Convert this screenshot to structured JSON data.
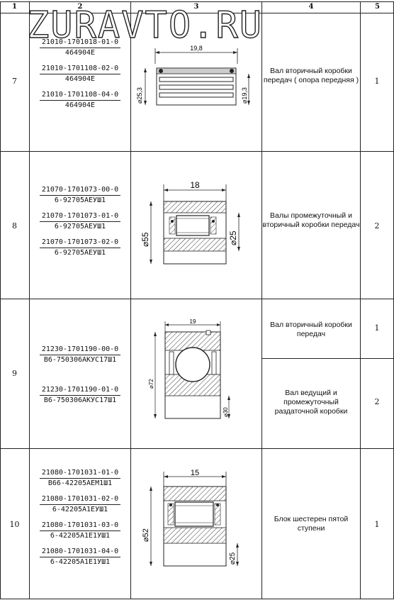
{
  "watermark": "ZURAVTO.RU",
  "headers": [
    "1",
    "2",
    "3",
    "4",
    "5"
  ],
  "rows": [
    {
      "num": "7",
      "parts": [
        {
          "code": "21010-1701018-01-0",
          "bearing": "464904E"
        },
        {
          "code": "21010-1701108-02-0",
          "bearing": "464904E"
        },
        {
          "code": "21010-1701108-04-0",
          "bearing": "464904E"
        }
      ],
      "dims": {
        "width": "19,8",
        "outer": "⌀25,3",
        "inner": "⌀19,3"
      },
      "applications": [
        {
          "text": "Вал вторичный коробки передач ( опора передняя )",
          "qty": "1"
        }
      ]
    },
    {
      "num": "8",
      "parts": [
        {
          "code": "21070-1701073-00-0",
          "bearing": "6-92705АЕУШ1"
        },
        {
          "code": "21070-1701073-01-0",
          "bearing": "6-92705АЕУШ1"
        },
        {
          "code": "21070-1701073-02-0",
          "bearing": "6-92705АЕУШ1"
        }
      ],
      "dims": {
        "width": "18",
        "outer": "⌀55",
        "inner": "⌀25"
      },
      "applications": [
        {
          "text": "Валы промежуточный и вторичный коробки передач",
          "qty": "2"
        }
      ]
    },
    {
      "num": "9",
      "parts": [
        {
          "code": "21230-1701190-00-0",
          "bearing": "В6-750306АКУС17Ш1"
        },
        {
          "code": "21230-1701190-01-0",
          "bearing": "В6-750306АКУС17Ш1"
        }
      ],
      "dims": {
        "width": "19",
        "outer": "⌀72",
        "inner": "⌀30"
      },
      "applications": [
        {
          "text": "Вал вторичный коробки передач",
          "qty": "1"
        },
        {
          "text": "Вал ведущий и промежуточный раздаточной коробки",
          "qty": "2"
        }
      ]
    },
    {
      "num": "10",
      "parts": [
        {
          "code": "21080-1701031-01-0",
          "bearing": "В66-42205АЕМ1Ш1"
        },
        {
          "code": "21080-1701031-02-0",
          "bearing": "6-42205А1ЕУШ1"
        },
        {
          "code": "21080-1701031-03-0",
          "bearing": "6-42205А1Е1УШ1"
        },
        {
          "code": "21080-1701031-04-0",
          "bearing": "6-42205А1Е1УШ1"
        }
      ],
      "dims": {
        "width": "15",
        "outer": "⌀52",
        "inner": "⌀25"
      },
      "applications": [
        {
          "text": "Блок шестерен пятой ступени",
          "qty": "1"
        }
      ]
    }
  ]
}
